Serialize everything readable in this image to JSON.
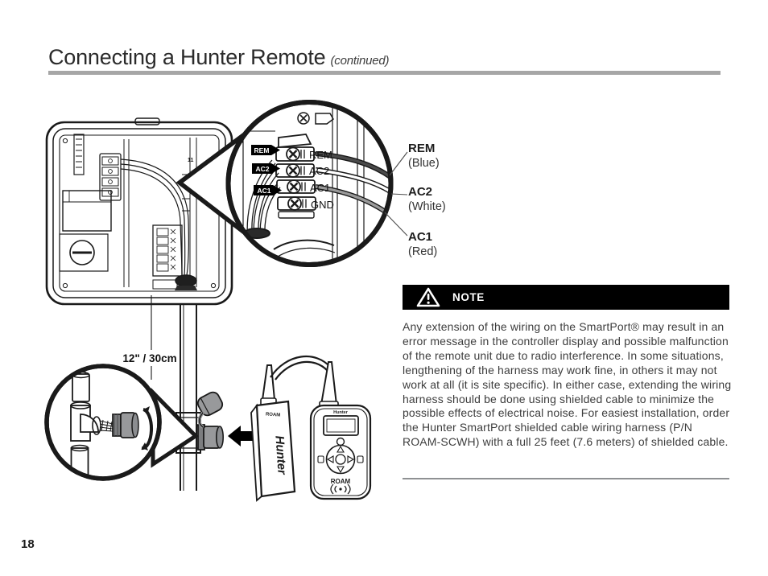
{
  "header": {
    "title": "Connecting a Hunter Remote",
    "continued": "(continued)"
  },
  "page": {
    "number": "18"
  },
  "diagram": {
    "terminals": {
      "rem": "REM",
      "ac2": "AC2",
      "ac1": "AC1",
      "gnd": "GND"
    },
    "wire_tags": {
      "rem": "REM",
      "ac2": "AC2",
      "ac1": "AC1"
    },
    "callouts": [
      {
        "name": "REM",
        "color": "(Blue)"
      },
      {
        "name": "AC2",
        "color": "(White)"
      },
      {
        "name": "AC1",
        "color": "(Red)"
      }
    ],
    "dimension_label": "12\" / 30cm",
    "station_number": "11",
    "remote": {
      "brand": "Hunter",
      "model": "ROAM"
    },
    "colors": {
      "connector_gray": "#98999b",
      "connector_dark": "#7c7d7f",
      "line": "#1a1a1a",
      "rule_gray": "#a6a6a6"
    }
  },
  "note": {
    "title": "NOTE",
    "body": "Any extension of the wiring on the SmartPort® may result in an error message in the controller display and possible malfunction of the remote unit due to radio interference. In some situations, lengthening of the harness may work fine, in others it may not work at all (it is site specific). In either case, extending the wiring harness should be done using shielded cable to minimize the possible effects of electrical noise. For easiest installation, order the Hunter SmartPort shielded cable wiring harness (P/N ROAM-SCWH) with a full 25 feet (7.6 meters) of shielded cable."
  }
}
